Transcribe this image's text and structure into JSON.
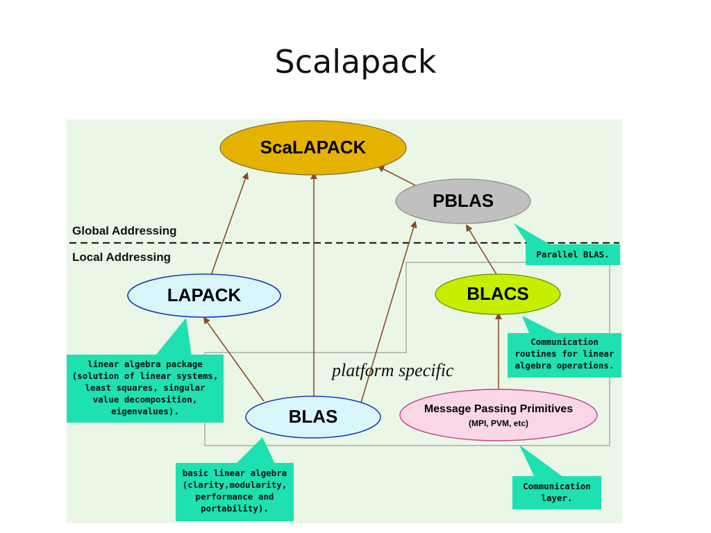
{
  "slide": {
    "title": "Scalapack"
  },
  "diagram": {
    "nodes": {
      "scalapack": "ScaLAPACK",
      "pblas": "PBLAS",
      "lapack": "LAPACK",
      "blacs": "BLACS",
      "blas": "BLAS",
      "mpp_title": "Message Passing Primitives",
      "mpp_sub": "(MPI, PVM, etc)"
    },
    "labels": {
      "global_addressing": "Global Addressing",
      "local_addressing": "Local Addressing",
      "platform_specific": "platform specific"
    },
    "callouts": {
      "pblas": [
        "Parallel BLAS."
      ],
      "blacs": [
        "Communication",
        "routines for linear",
        "algebra operations."
      ],
      "lapack": [
        "linear algebra package",
        "(solution of linear systems,",
        "least squares, singular",
        "value decomposition,",
        "eigenvalues)."
      ],
      "blas": [
        "basic linear algebra",
        "(clarity,modularity,",
        "performance and",
        "portability)."
      ],
      "comm": [
        "Communication",
        "layer."
      ]
    },
    "colors": {
      "panel": "#eaf7e6",
      "scalapack": "#e6b200",
      "pblas": "#c0c0c0",
      "lapack": "#d8f6fb",
      "blacs": "#c6ee00",
      "blas": "#d8f6fb",
      "mpp": "#fad7e6",
      "callout": "#1ee0b0",
      "arrow": "#8a4a2a"
    }
  }
}
